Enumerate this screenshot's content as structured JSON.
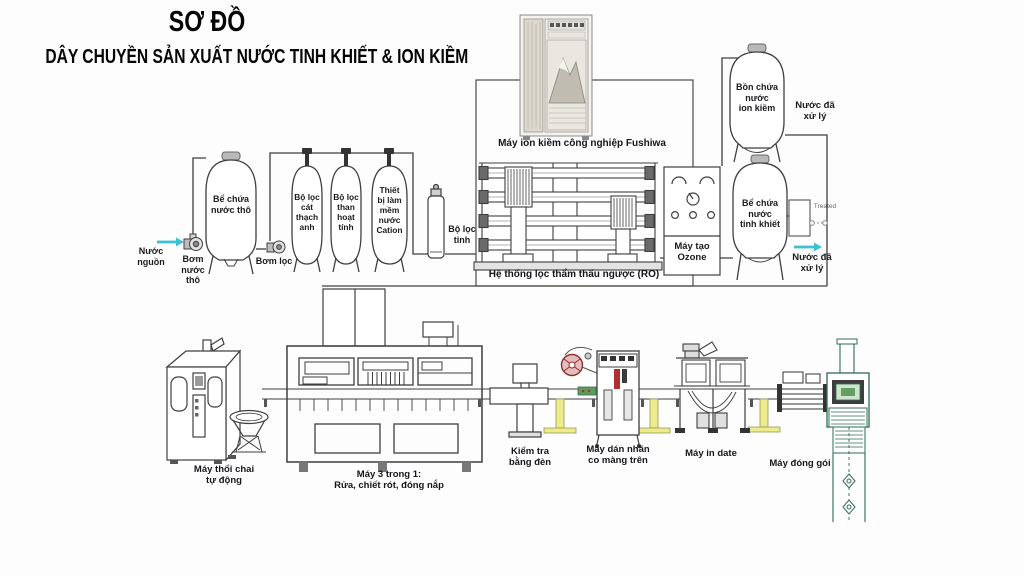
{
  "title": {
    "main": "SƠ ĐỒ",
    "subtitle": "DÂY CHUYỀN SẢN XUẤT NƯỚC TINH KHIẾT & ION KIỀM"
  },
  "treatment_line": {
    "source_water": "Nước\nnguồn",
    "raw_water_pump": "Bơm\nnước\nthô",
    "raw_water_tank": "Bể chứa\nnước thô",
    "filter_pump": "Bơm lọc",
    "quartz_sand_filter": "Bộ lọc\ncát\nthạch\nanh",
    "activated_carbon_filter": "Bộ lọc\nthan\nhoạt\ntính",
    "cation_softener": "Thiết\nbị làm\nmềm\nnước\nCation",
    "fine_filter": "Bộ lọc\ntinh",
    "alkaline_ionizer": "Máy ion kiềm công nghiệp Fushiwa",
    "ro_system": "Hệ thống lọc thẩm thấu ngược (RO)",
    "ozone_generator": "Máy tạo\nOzone",
    "pure_water_tank": "Bể chứa\nnước\ntinh khiết",
    "alkaline_water_tank": "Bồn chứa\nnước\nion kiềm",
    "treated_water_top": "Nước đã\nxử lý",
    "treated_tag": "Treated",
    "treated_water_out": "Nước đã\nxử lý"
  },
  "bottling_line": {
    "bottle_blower": "Máy thổi chai\ntự động",
    "three_in_one": "Máy 3 trong 1:\nRửa, chiết rót, đóng nắp",
    "light_inspection": "Kiểm tra\nbằng đèn",
    "labeling_machine": "Máy dán nhãn\nco màng trên",
    "date_printer": "Máy in date",
    "packing_machine": "Máy đóng gói"
  },
  "colors": {
    "line": "#3f3f3f",
    "accent_cyan": "#3fc1d4",
    "conveyor_yellow": "#ecec8d",
    "reel_red": "#a03232",
    "packer_green": "#2e6e52"
  }
}
